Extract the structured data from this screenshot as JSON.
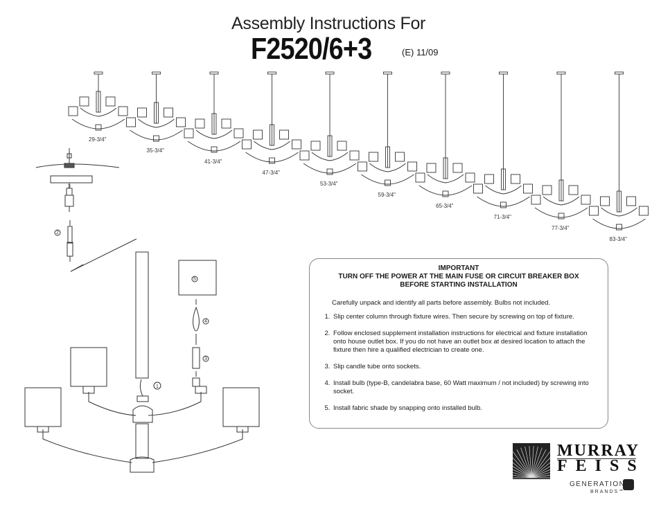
{
  "header": {
    "subtitle": "Assembly Instructions For",
    "model": "F2520/6+3",
    "revision": "(E)  11/09"
  },
  "dimensions": [
    "29-3/4\"",
    "35-3/4\"",
    "41-3/4\"",
    "47-3/4\"",
    "53-3/4\"",
    "59-3/4\"",
    "65-3/4\"",
    "71-3/4\"",
    "77-3/4\"",
    "83-3/4\""
  ],
  "part_numbers": [
    "1",
    "2",
    "3",
    "4",
    "5"
  ],
  "instructions": {
    "important": "IMPORTANT",
    "warning_line1": "TURN OFF THE POWER AT THE MAIN FUSE OR CIRCUIT BREAKER BOX",
    "warning_line2": "BEFORE STARTING INSTALLATION",
    "intro": "Carefully unpack and identify all parts before assembly.  Bulbs not included.",
    "steps": [
      "Slip center column through fixture wires.  Then secure by screwing on top of fixture.",
      "Follow enclosed supplement installation instructions for electrical and fixture installation onto house outlet box. If you do not have an outlet box at desired location to attach the fixture then hire a qualified electrician to create one.",
      "Slip candle tube onto sockets.",
      "Install bulb (type-B, candelabra base, 60 Watt maximum / not included) by screwing into socket.",
      "Install fabric shade by snapping onto installed bulb."
    ]
  },
  "brand": {
    "line1": "MURRAY",
    "line2": "FEISS",
    "gen_line1": "GENERATION",
    "gen_line2": "BRANDS℠"
  },
  "colors": {
    "ink": "#1a1a1a",
    "logo": "#222222"
  }
}
